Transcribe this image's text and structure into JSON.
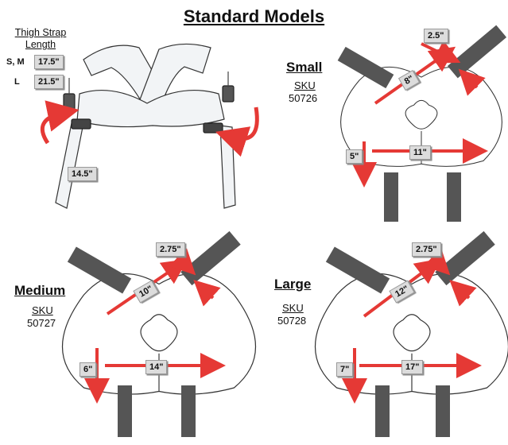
{
  "title": "Standard Models",
  "thigh_strap": {
    "heading": "Thigh Strap Length",
    "rows": [
      {
        "sizes": "S, M",
        "length": "17.5\""
      },
      {
        "sizes": "L",
        "length": "21.5\""
      }
    ],
    "strap_length": "14.5\""
  },
  "models": [
    {
      "name": "Small",
      "sku_label": "SKU",
      "sku": "50726",
      "strap_gap": "2.5\"",
      "diagonal": "8\"",
      "width": "11\"",
      "height": "5\""
    },
    {
      "name": "Medium",
      "sku_label": "SKU",
      "sku": "50727",
      "strap_gap": "2.75\"",
      "diagonal": "10\"",
      "width": "14\"",
      "height": "6\""
    },
    {
      "name": "Large",
      "sku_label": "SKU",
      "sku": "50728",
      "strap_gap": "2.75\"",
      "diagonal": "12\"",
      "width": "17\"",
      "height": "7\""
    }
  ],
  "colors": {
    "arrow": "#e53935",
    "strap": "#555555",
    "outline": "#333333",
    "tag_bg": "#dcdcdc"
  }
}
